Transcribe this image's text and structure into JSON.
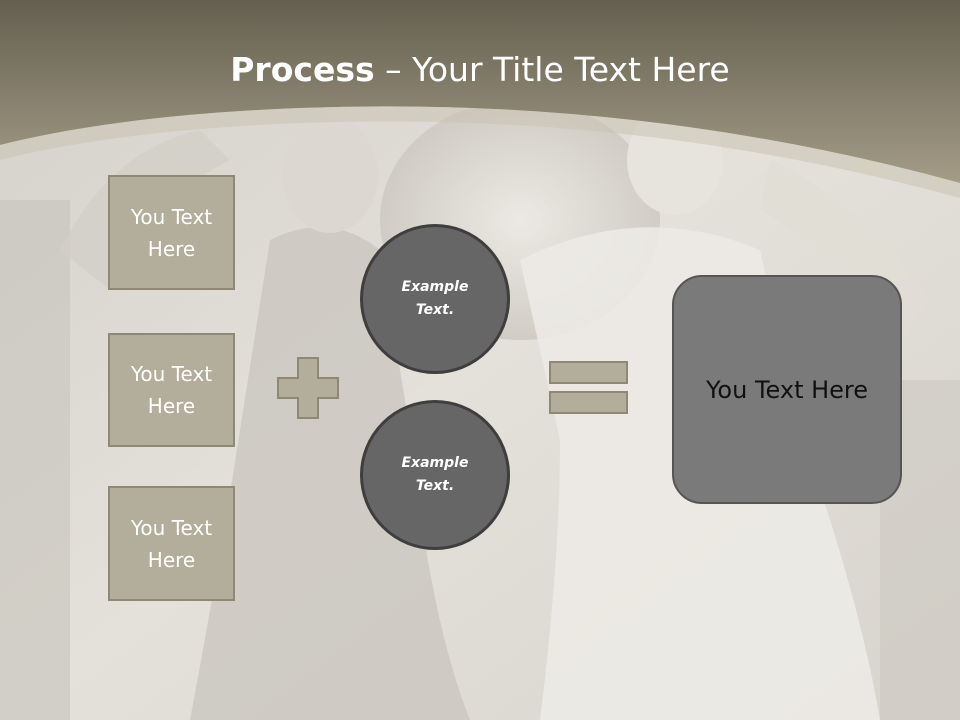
{
  "slide": {
    "title_bold": "Process",
    "title_rest": " – Your Title Text Here"
  },
  "inputs": [
    {
      "label": "You Text Here"
    },
    {
      "label": "You Text Here"
    },
    {
      "label": "You Text Here"
    }
  ],
  "circles": [
    {
      "label": "Example Text."
    },
    {
      "label": "Example Text."
    }
  ],
  "result": {
    "label": "You Text Here"
  },
  "icons": {
    "plus": "plus-icon",
    "equals": "equals-icon"
  },
  "colors": {
    "header_band": "#8c8572",
    "box_fill": "#b3ad9b",
    "circle_fill": "#666666",
    "result_fill": "#7a7a7a"
  }
}
